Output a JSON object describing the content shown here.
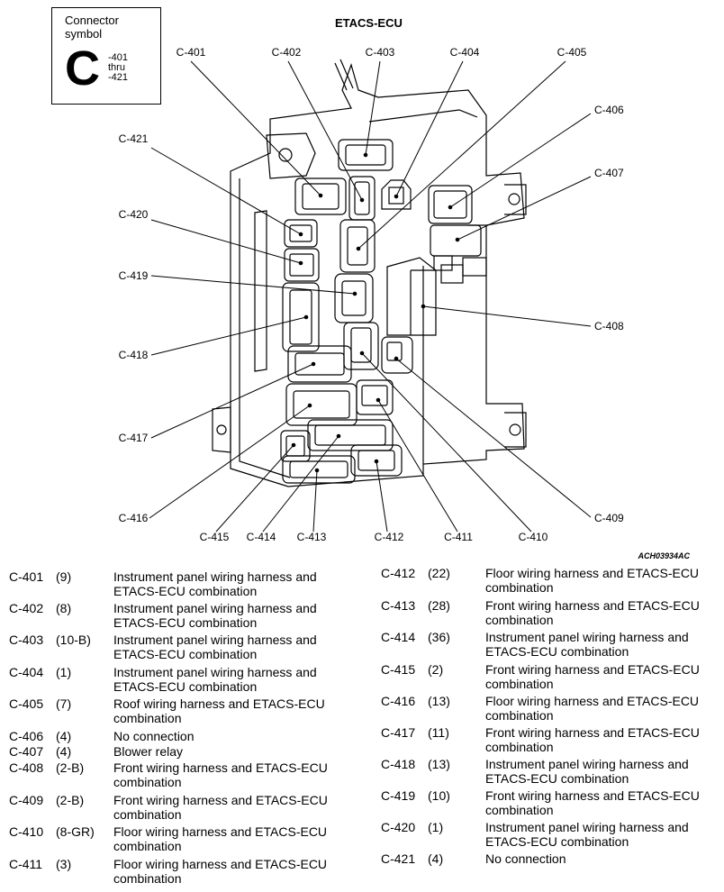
{
  "symbol_box": {
    "caption": "Connector\nsymbol",
    "letter": "C",
    "range": "-401\nthru\n-421"
  },
  "title": "ETACS-ECU",
  "image_code": "ACH03934AC",
  "callouts": [
    {
      "id": "c401",
      "label": "C-401"
    },
    {
      "id": "c402",
      "label": "C-402"
    },
    {
      "id": "c403",
      "label": "C-403"
    },
    {
      "id": "c404",
      "label": "C-404"
    },
    {
      "id": "c405",
      "label": "C-405"
    },
    {
      "id": "c406",
      "label": "C-406"
    },
    {
      "id": "c407",
      "label": "C-407"
    },
    {
      "id": "c408",
      "label": "C-408"
    },
    {
      "id": "c409",
      "label": "C-409"
    },
    {
      "id": "c410",
      "label": "C-410"
    },
    {
      "id": "c411",
      "label": "C-411"
    },
    {
      "id": "c412",
      "label": "C-412"
    },
    {
      "id": "c413",
      "label": "C-413"
    },
    {
      "id": "c414",
      "label": "C-414"
    },
    {
      "id": "c415",
      "label": "C-415"
    },
    {
      "id": "c416",
      "label": "C-416"
    },
    {
      "id": "c417",
      "label": "C-417"
    },
    {
      "id": "c418",
      "label": "C-418"
    },
    {
      "id": "c419",
      "label": "C-419"
    },
    {
      "id": "c420",
      "label": "C-420"
    },
    {
      "id": "c421",
      "label": "C-421"
    }
  ],
  "legend": {
    "left": [
      {
        "id": "C-401",
        "pins": "(9)",
        "desc": "Instrument panel wiring harness and ETACS-ECU combination"
      },
      {
        "id": "C-402",
        "pins": "(8)",
        "desc": "Instrument panel wiring harness and ETACS-ECU combination"
      },
      {
        "id": "C-403",
        "pins": "(10-B)",
        "desc": "Instrument panel wiring harness and ETACS-ECU combination"
      },
      {
        "id": "C-404",
        "pins": "(1)",
        "desc": "Instrument panel wiring harness and ETACS-ECU combination"
      },
      {
        "id": "C-405",
        "pins": "(7)",
        "desc": "Roof wiring harness and ETACS-ECU combination"
      },
      {
        "id": "C-406",
        "pins": "(4)",
        "desc": "No connection"
      },
      {
        "id": "C-407",
        "pins": "(4)",
        "desc": "Blower relay"
      },
      {
        "id": "C-408",
        "pins": "(2-B)",
        "desc": "Front wiring harness and ETACS-ECU combination"
      },
      {
        "id": "C-409",
        "pins": "(2-B)",
        "desc": "Front wiring harness and ETACS-ECU combination"
      },
      {
        "id": "C-410",
        "pins": "(8-GR)",
        "desc": "Floor wiring harness and ETACS-ECU combination"
      },
      {
        "id": "C-411",
        "pins": "(3)",
        "desc": "Floor wiring harness and ETACS-ECU combination"
      }
    ],
    "right": [
      {
        "id": "C-412",
        "pins": "(22)",
        "desc": "Floor wiring harness and ETACS-ECU combination"
      },
      {
        "id": "C-413",
        "pins": "(28)",
        "desc": "Front wiring harness and ETACS-ECU combination"
      },
      {
        "id": "C-414",
        "pins": "(36)",
        "desc": "Instrument panel wiring harness and ETACS-ECU combination"
      },
      {
        "id": "C-415",
        "pins": "(2)",
        "desc": "Front wiring harness and ETACS-ECU combination"
      },
      {
        "id": "C-416",
        "pins": "(13)",
        "desc": "Floor wiring harness and ETACS-ECU combination"
      },
      {
        "id": "C-417",
        "pins": "(11)",
        "desc": "Front wiring harness and ETACS-ECU combination"
      },
      {
        "id": "C-418",
        "pins": "(13)",
        "desc": "Instrument panel wiring harness and ETACS-ECU combination"
      },
      {
        "id": "C-419",
        "pins": "(10)",
        "desc": "Front wiring harness and ETACS-ECU combination"
      },
      {
        "id": "C-420",
        "pins": "(1)",
        "desc": "Instrument panel wiring harness and ETACS-ECU combination"
      },
      {
        "id": "C-421",
        "pins": "(4)",
        "desc": "No connection"
      }
    ]
  }
}
